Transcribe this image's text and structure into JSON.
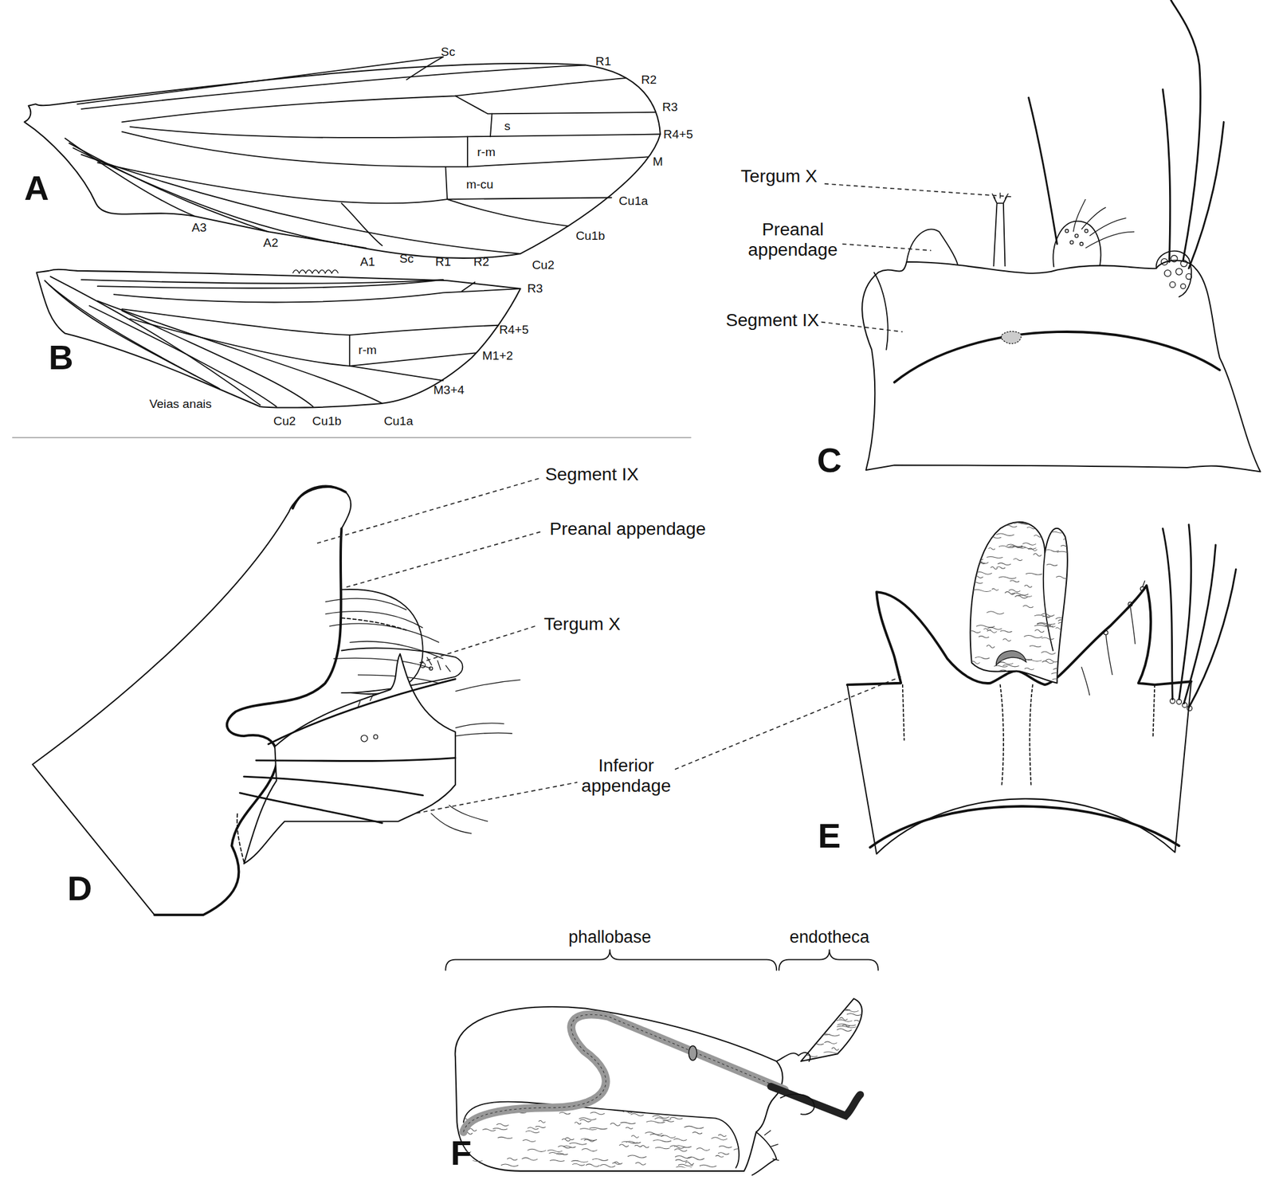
{
  "diagram": {
    "labels": [
      "Sc",
      "R1",
      "R2",
      "R3",
      "s",
      "R4+5",
      "r-m",
      "M",
      "m-cu",
      "Cu1a",
      "Cu1b",
      "Cu2",
      "A3",
      "A2",
      "A1",
      "A",
      "Sc",
      "R1",
      "R2",
      "R3",
      "r-m",
      "R4+5",
      "M1+2",
      "M3+4",
      "Veias anais",
      "Cu2",
      "Cu1b",
      "Cu1a",
      "B",
      "Tergum X",
      "Preanal appendage",
      "Segment IX",
      "C",
      "Segment IX",
      "Preanal appendage",
      "Tergum X",
      "Inferior appendage",
      "D",
      "E",
      "phallobase",
      "endotheca",
      "F"
    ]
  }
}
